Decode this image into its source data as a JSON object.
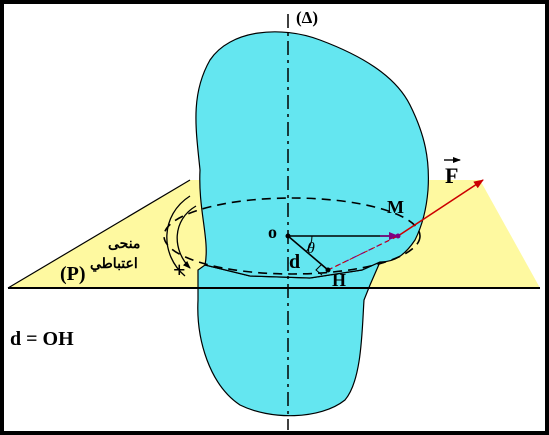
{
  "diagram": {
    "axis_label": "(Δ)",
    "point_o": "o",
    "point_m": "M",
    "point_h": "H",
    "distance_label": "d",
    "angle_label": "θ",
    "force_label": "F",
    "plane_label": "(P)",
    "sense_sign": "+",
    "sense_text_line1": "منحى",
    "sense_text_line2": "اعتباطي",
    "formula": "d = OH"
  },
  "colors": {
    "frame": "#000000",
    "background": "#ffffff",
    "plane": "#fef9a0",
    "solid": "#64e6f0",
    "force_arrow": "#cc0000",
    "om_vector": "#800080"
  }
}
